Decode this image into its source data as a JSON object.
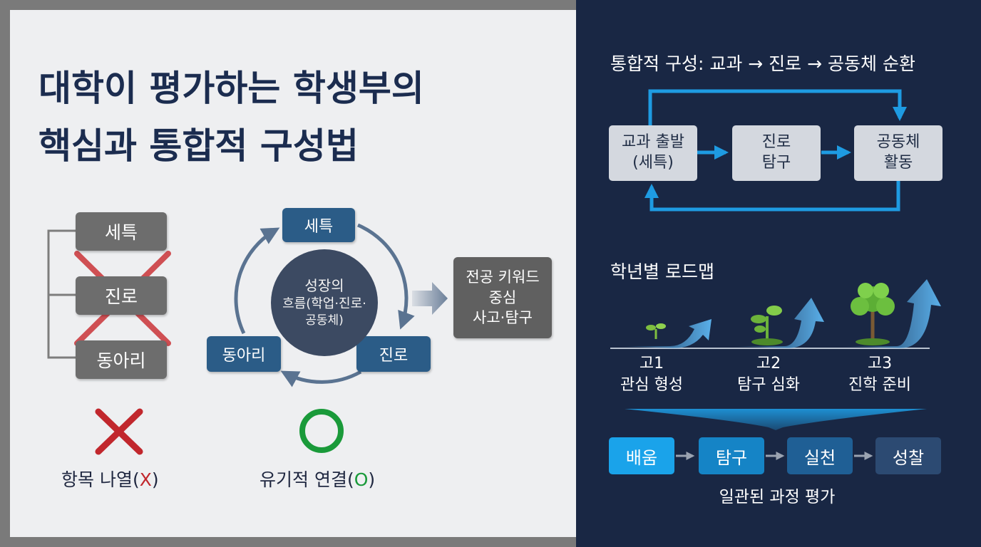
{
  "title": {
    "line1": "대학이 평가하는 학생부의",
    "line2": "핵심과 통합적 구성법"
  },
  "list_items": [
    "세특",
    "진로",
    "동아리"
  ],
  "cycle": {
    "top": "세특",
    "right": "진로",
    "left": "동아리",
    "center": [
      "성장의",
      "흐름(학업·진로·",
      "공동체)"
    ]
  },
  "keyword_box": [
    "전공 키워드",
    "중심",
    "사고·탐구"
  ],
  "captions": {
    "wrong_prefix": "항목 나열(",
    "wrong_mark": "X",
    "wrong_suffix": ")",
    "right_prefix": "유기적 연결(",
    "right_mark": "O",
    "right_suffix": ")"
  },
  "integration": {
    "heading": "통합적 구성: 교과 → 진로 → 공동체 순환",
    "boxes": [
      [
        "교과 출발",
        "(세특)"
      ],
      [
        "진로",
        "탐구"
      ],
      [
        "공동체",
        "활동"
      ]
    ]
  },
  "roadmap": {
    "heading": "학년별 로드맵",
    "grades": [
      {
        "grade": "고1",
        "desc": "관심 형성"
      },
      {
        "grade": "고2",
        "desc": "탐구 심화"
      },
      {
        "grade": "고3",
        "desc": "진학 준비"
      }
    ]
  },
  "process": {
    "steps": [
      "배움",
      "탐구",
      "실천",
      "성찰"
    ],
    "caption": "일관된 과정 평가"
  },
  "colors": {
    "navy": "#192744",
    "title": "#1b2c4f",
    "cycle_blue": "#2b5c87",
    "cross_red": "#c8282c",
    "check_green": "#1a9a3a",
    "bright_blue": "#1e9be2"
  }
}
